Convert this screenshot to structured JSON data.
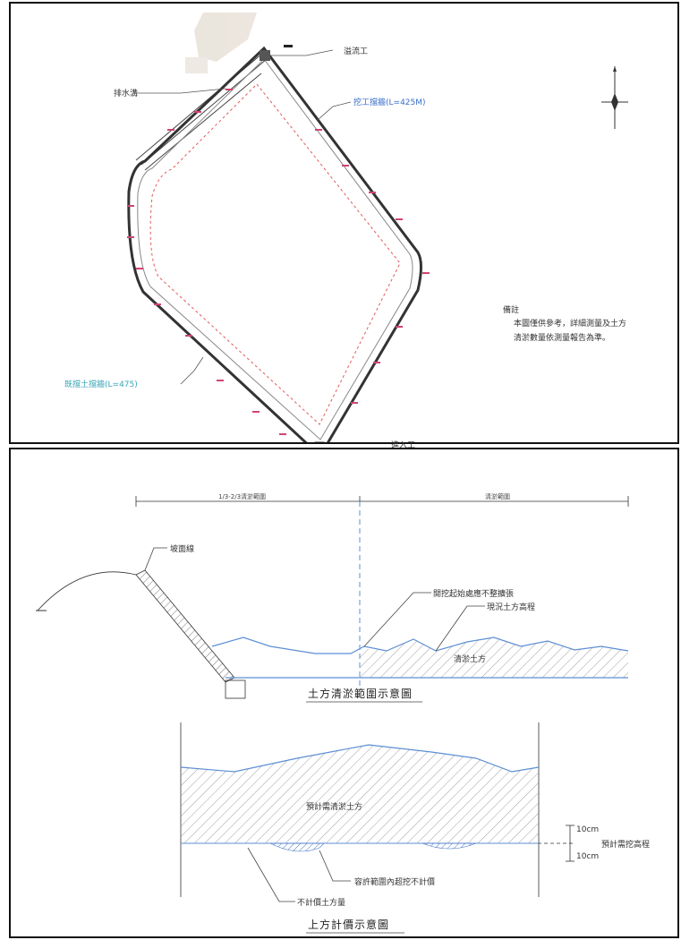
{
  "top": {
    "label_overflow": "溢流工",
    "label_drain": "排水溝",
    "label_wall_east": "挖工擋牆(L=425M)",
    "label_wall_west": "既擋土擋牆(L=475)",
    "label_intake": "進入工",
    "note_title": "備註",
    "note_line1": "本圖僅供參考，詳細測量及土方",
    "note_line2": "清淤數量依測量報告為準。"
  },
  "bottom": {
    "dim_left": "1/3-2/3清淤範圍",
    "dim_right": "清淤範圍",
    "label_slope": "坡面線",
    "label_start": "開挖起始處應不整擴張",
    "label_present": "現況土方高程",
    "label_cleared": "清淤土方",
    "title1": "土方清淤範圍示意圖",
    "label_planned": "預計需清淤土方",
    "label_plus": "10cm",
    "label_minus": "10cm",
    "label_design": "預計需挖高程",
    "label_tolerance": "容許範圍內超挖不計價",
    "label_not_paid": "不計價土方量",
    "title2": "上方計價示意圖"
  },
  "colors": {
    "line_blue": "#5b8fd6",
    "hatch_blue": "#4a78c4",
    "red_dashed": "#e25a5a",
    "tick_red": "#d2456e"
  }
}
